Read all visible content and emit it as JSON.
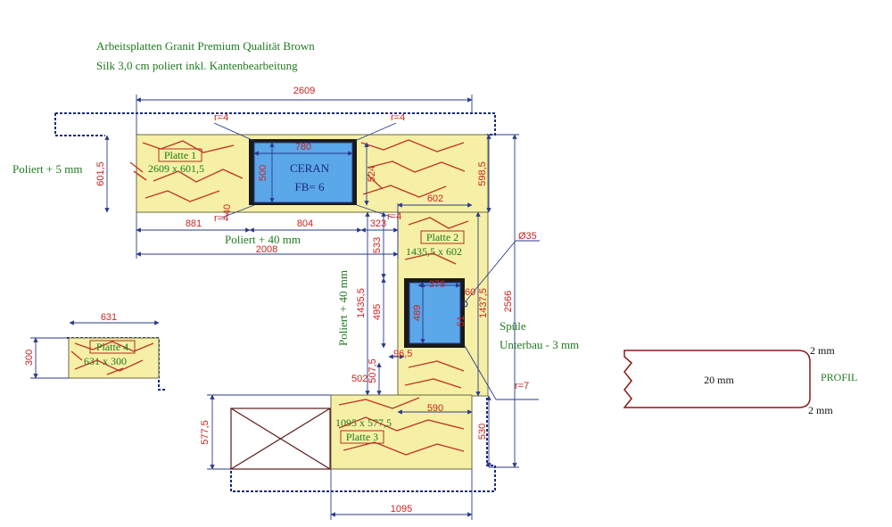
{
  "header": {
    "line1": "Arbeitsplatten Granit Premium Qualität Brown",
    "line2": "Silk 3,0 cm poliert inkl. Kantenbearbeitung"
  },
  "colors": {
    "slab": "#f6f0a6",
    "dim": "#cc2222",
    "label": "#1f7a1f",
    "cutout": "#5aa7ea",
    "outline": "#1a2a7a",
    "vein": "#c0392b"
  },
  "plates": {
    "p1": {
      "name": "Platte 1",
      "size": "2609 x 601,5"
    },
    "p2": {
      "name": "Platte 2",
      "size": "1435,5 x 602"
    },
    "p3": {
      "name": "Platte 3",
      "size": "1095 x 577,5"
    },
    "p4": {
      "name": "Platte 4",
      "size": "631 x 300"
    }
  },
  "cooktop": {
    "name": "CERAN",
    "fb": "FB= 6"
  },
  "sink": {
    "label": "Spüle",
    "mount": "Unterbau - 3 mm"
  },
  "notes": {
    "left": "Poliert + 5 mm",
    "bottom": "Poliert + 40 mm",
    "vertical": "Poliert + 40 mm"
  },
  "radii": {
    "r4": "r=4",
    "r7": "r=7",
    "d35": "Ø35"
  },
  "dims": {
    "top": "2609",
    "cutW": "780",
    "cutH": "500",
    "leftH": "601,5",
    "rightTop": "524",
    "x881": "881",
    "x804": "804",
    "x323": "323",
    "x2008": "2008",
    "x602": "602",
    "h598": "598,5",
    "h2566": "2566",
    "h533": "533",
    "h1435": "1435,5",
    "h495": "495",
    "h1437": "1437,5",
    "h489": "489",
    "w379": "379",
    "s60": "60",
    "s51": "51",
    "s965": "96,5",
    "s502": "502",
    "h5075": "507,5",
    "w590": "590",
    "h530": "530",
    "h5775": "577,5",
    "w1095": "1095",
    "w631": "631",
    "h300": "300",
    "v40": "40"
  },
  "profile": {
    "thickness": "20 mm",
    "top": "2 mm",
    "bottom": "2 mm",
    "title": "PROFIL"
  }
}
